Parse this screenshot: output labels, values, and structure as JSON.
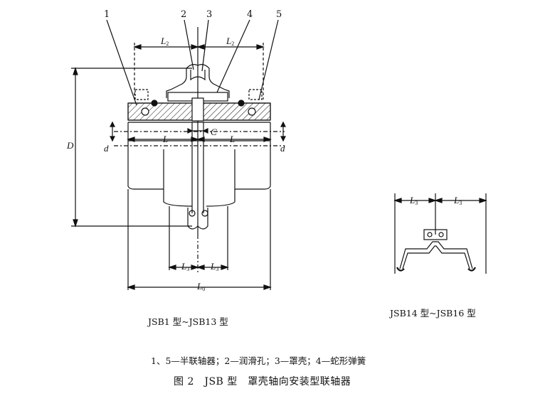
{
  "labels": {
    "part1": "1",
    "part2": "2",
    "part3": "3",
    "part4": "4",
    "part5": "5",
    "L": "L",
    "L2": "L",
    "L2_sub": "2",
    "L3": "L",
    "L3_sub": "3",
    "L0": "L",
    "L0_sub": "0",
    "C": "C",
    "D": "D",
    "d": "d"
  },
  "left_caption": "JSB1 型~JSB13 型",
  "right_caption": "JSB14 型~JSB16 型",
  "legend": "1、5—半联轴器；2—润滑孔；3—罩壳；4—蛇形弹簧",
  "figure_title": "图 2　JSB 型　罩壳轴向安装型联轴器"
}
